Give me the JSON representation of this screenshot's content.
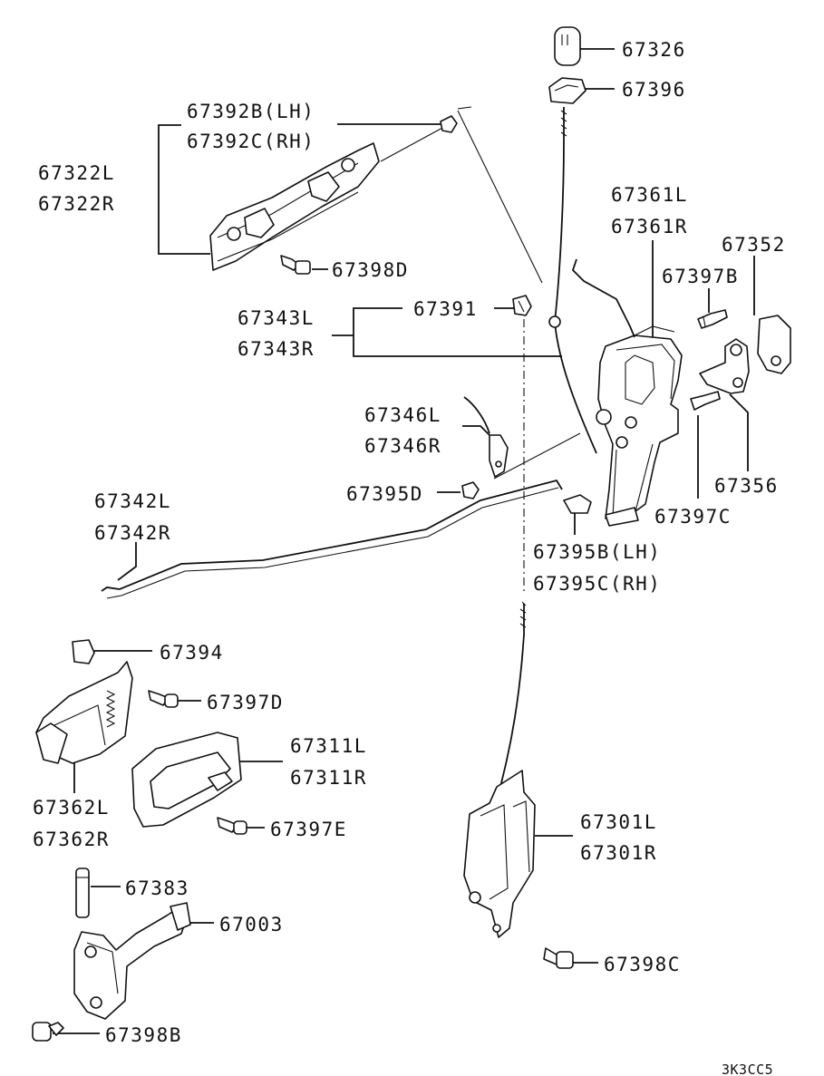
{
  "labels": {
    "l67326": "67326",
    "l67396": "67396",
    "l67392b": "67392B(LH)",
    "l67392c": "67392C(RH)",
    "l67322l": "67322L",
    "l67322r": "67322R",
    "l67398d": "67398D",
    "l67361l": "67361L",
    "l67361r": "67361R",
    "l67352": "67352",
    "l67397b": "67397B",
    "l67343l": "67343L",
    "l67343r": "67343R",
    "l67391": "67391",
    "l67346l": "67346L",
    "l67346r": "67346R",
    "l67356": "67356",
    "l67395d": "67395D",
    "l67342l": "67342L",
    "l67342r": "67342R",
    "l67397c": "67397C",
    "l67395b": "67395B(LH)",
    "l67395c": "67395C(RH)",
    "l67394": "67394",
    "l67397d": "67397D",
    "l67311l": "67311L",
    "l67311r": "67311R",
    "l67362l": "67362L",
    "l67362r": "67362R",
    "l67397e": "67397E",
    "l67301l": "67301L",
    "l67301r": "67301R",
    "l67383": "67383",
    "l67003": "67003",
    "l67398c": "67398C",
    "l67398b": "67398B",
    "ref_code": "3K3CC5"
  }
}
